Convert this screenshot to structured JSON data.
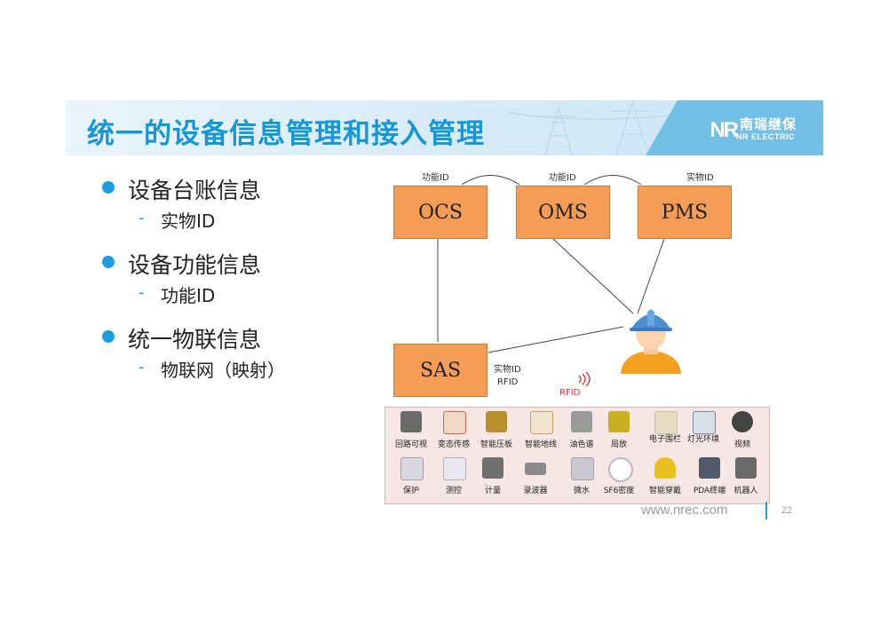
{
  "header": {
    "title": "统一的设备信息管理和接入管理",
    "logo_mark": "NR",
    "logo_cn": "南瑞继保",
    "logo_en": "NR ELECTRIC"
  },
  "bullets": [
    {
      "label": "设备台账信息",
      "sub": "实物ID"
    },
    {
      "label": "设备功能信息",
      "sub": "功能ID"
    },
    {
      "label": "统一物联信息",
      "sub": "物联网（映射）"
    }
  ],
  "diagram": {
    "boxes": {
      "ocs": "OCS",
      "oms": "OMS",
      "pms": "PMS",
      "sas": "SAS"
    },
    "labels": {
      "ocs_top": "功能ID",
      "oms_top": "功能ID",
      "pms_top": "实物ID",
      "sas_id": "实物ID",
      "sas_rfid": "RFID",
      "rfid_signal": "RFID"
    }
  },
  "devices": {
    "row1": [
      {
        "name": "回路可视",
        "icon": "cabinet-icon",
        "color": "#6b6b6b"
      },
      {
        "name": "变态传感",
        "icon": "sensor-icon",
        "color": "#c86a4a"
      },
      {
        "name": "智能压板",
        "icon": "clamp-icon",
        "color": "#b8902a"
      },
      {
        "name": "智能地线",
        "icon": "cable-icon",
        "color": "#c8a060"
      },
      {
        "name": "油色谱",
        "icon": "analyzer-icon",
        "color": "#9a9a9a"
      },
      {
        "name": "局放",
        "icon": "discharge-icon",
        "color": "#c8b020"
      },
      {
        "name": "电子围栏",
        "icon": "fence-icon",
        "color": "#d0c0a0"
      },
      {
        "name": "灯光环境",
        "icon": "fan-icon",
        "color": "#7a8a9a"
      },
      {
        "name": "视频",
        "icon": "camera-icon",
        "color": "#444444"
      }
    ],
    "row2": [
      {
        "name": "保护",
        "icon": "protection-icon",
        "color": "#c0c0c8"
      },
      {
        "name": "测控",
        "icon": "control-icon",
        "color": "#d8d8e0"
      },
      {
        "name": "计量",
        "icon": "meter-icon",
        "color": "#707070"
      },
      {
        "name": "录波器",
        "icon": "recorder-icon",
        "color": "#8a8a8a"
      },
      {
        "name": "微水",
        "icon": "water-sensor-icon",
        "color": "#a0a0a8"
      },
      {
        "name": "SF6密度",
        "icon": "gauge-icon",
        "color": "#b8b8c0"
      },
      {
        "name": "智能穿戴",
        "icon": "helmet-icon",
        "color": "#e8c020"
      },
      {
        "name": "PDA终端",
        "icon": "pda-icon",
        "color": "#505a6a"
      },
      {
        "name": "机器人",
        "icon": "robot-icon",
        "color": "#6a6a6a"
      }
    ]
  },
  "footer": {
    "url": "www.nrec.com",
    "page": "22"
  },
  "colors": {
    "accent": "#1597d6",
    "box": "#f59d56",
    "helmet": "#4a8fd0",
    "person": "#f4a020"
  }
}
